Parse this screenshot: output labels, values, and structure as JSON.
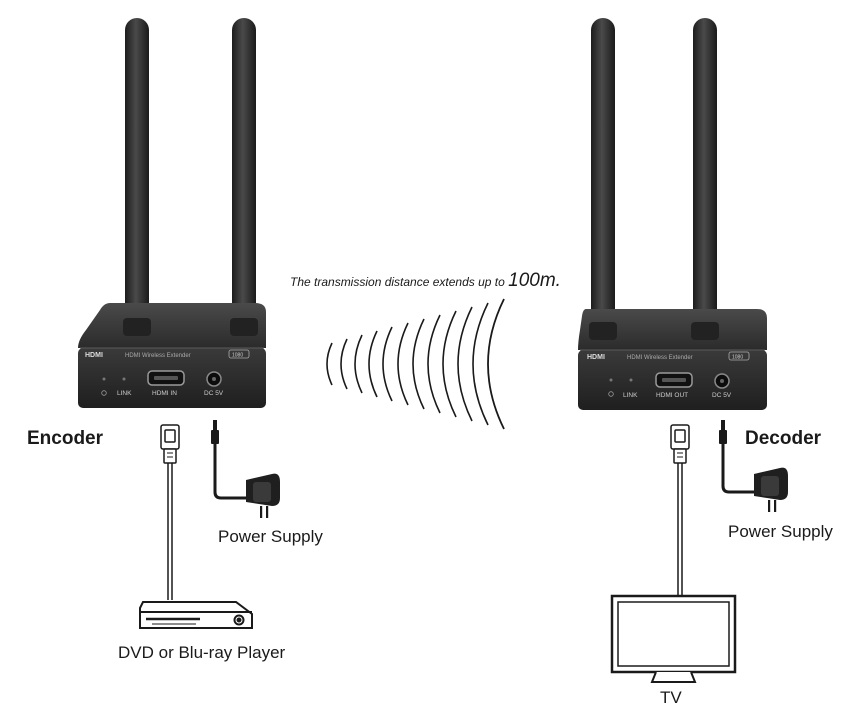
{
  "transmission": {
    "prefix": "The transmission distance extends up to",
    "distance": "100m."
  },
  "encoder": {
    "title": "Encoder",
    "brand": "HDMI",
    "model_text": "HDMI Wireless Extender",
    "badge": "1080",
    "led_label": "LINK",
    "port_label": "HDMI IN",
    "power_label": "DC 5V"
  },
  "decoder": {
    "title": "Decoder",
    "brand": "HDMI",
    "model_text": "HDMI Wireless Extender",
    "badge": "1080",
    "led_label": "LINK",
    "port_label": "HDMI OUT",
    "power_label": "DC 5V"
  },
  "source_device": "DVD or Blu-ray Player",
  "display_device": "TV",
  "power_supply_left": "Power Supply",
  "power_supply_right": "Power Supply",
  "colors": {
    "device_body": "#2e2e2e",
    "device_top": "#3a3a3a",
    "line": "#1a1a1a"
  }
}
